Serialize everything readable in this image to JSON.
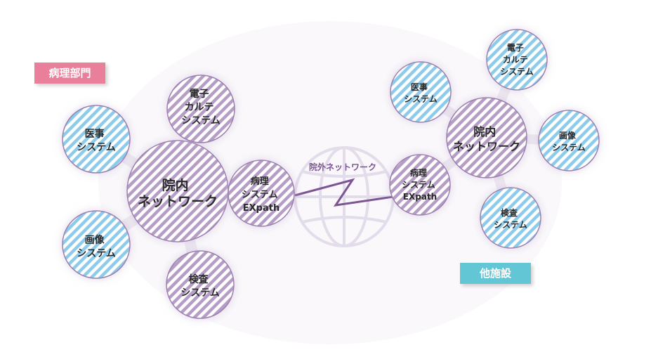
{
  "tags": {
    "pathology_dept": "病理部門",
    "other_facility": "他施設"
  },
  "external_network_label": "院外ネットワーク",
  "left_cluster": {
    "hub": [
      "院内",
      "ネットワーク"
    ],
    "medical": [
      "医事",
      "システム"
    ],
    "ehr": [
      "電子",
      "カルテ",
      "システム"
    ],
    "imaging": [
      "画像",
      "システム"
    ],
    "lab": [
      "検査",
      "システム"
    ],
    "expath": [
      "病理",
      "システム",
      "EXpath"
    ]
  },
  "right_cluster": {
    "hub": [
      "院内",
      "ネットワーク"
    ],
    "medical": [
      "医事",
      "システム"
    ],
    "ehr": [
      "電子",
      "カルテ",
      "システム"
    ],
    "imaging": [
      "画像",
      "システム"
    ],
    "lab": [
      "検査",
      "システム"
    ],
    "expath": [
      "病理",
      "システム",
      "EXpath"
    ]
  },
  "colors": {
    "blue_stripe": "#8ccbea",
    "purple_stripe": "#a286b4",
    "connector": "#ece7f0",
    "network_line": "#7c5594",
    "globe": "#e3dcea",
    "pink_tag": "#ea7f9b",
    "blue_tag": "#62c6d5"
  }
}
